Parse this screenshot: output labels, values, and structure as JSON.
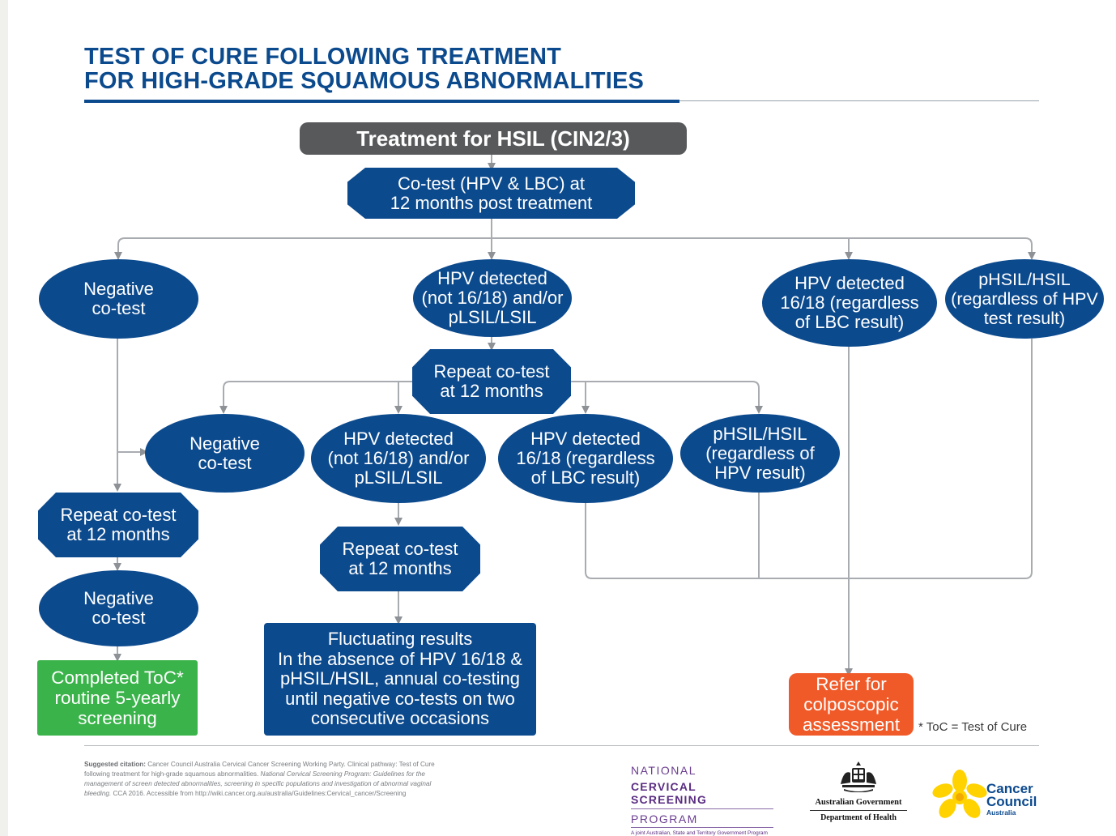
{
  "header": {
    "title_line1": "TEST OF CURE FOLLOWING TREATMENT",
    "title_line2": "FOR HIGH-GRADE SQUAMOUS ABNORMALITIES"
  },
  "colors": {
    "navy": "#0c4a8e",
    "grey_box": "#58595b",
    "green": "#3ab34a",
    "orange": "#f05a28",
    "connector": "#a0a4a8"
  },
  "flow": {
    "top": "Treatment for HSIL (CIN2/3)",
    "cotest12": "Co-test (HPV & LBC) at\n12 months post treatment",
    "neg1": "Negative\nco-test",
    "hpv_not1618_1": "HPV detected\n(not 16/18) and/or\npLSIL/LSIL",
    "hpv1618_1": "HPV detected\n16/18 (regardless\nof LBC result)",
    "phsil_1": "pHSIL/HSIL\n(regardless of HPV\ntest result)",
    "repeat_mid": "Repeat co-test\nat 12 months",
    "neg2": "Negative\nco-test",
    "hpv_not1618_2": "HPV detected\n(not 16/18) and/or\npLSIL/LSIL",
    "hpv1618_2": "HPV detected\n16/18 (regardless\nof LBC result)",
    "phsil_2": "pHSIL/HSIL\n(regardless of\nHPV result)",
    "repeat_left": "Repeat co-test\nat 12 months",
    "repeat_center": "Repeat co-test\nat 12 months",
    "neg3": "Negative\nco-test",
    "completed": "Completed ToC*\nroutine 5-yearly\nscreening",
    "fluctuating": "Fluctuating results\nIn the absence of HPV 16/18 &\npHSIL/HSIL, annual co-testing\nuntil negative co-tests on two\nconsecutive occasions",
    "refer": "Refer for\ncolposcopic\nassessment",
    "toc_note": "* ToC =  Test of Cure"
  },
  "footer": {
    "citation_label": "Suggested citation:",
    "citation_text1": " Cancer Council Australia Cervical Cancer Screening Working Party. Clinical pathway: Test of Cure following treatment for high-grade squamous abnormalities. ",
    "citation_italic": "National Cervical Screening Program: Guidelines for the management of screen detected abnormalities, screening in specific populations and investigation of abnormal vaginal bleeding.",
    "citation_text2": " CCA 2016. Accessible from http://wiki.cancer.org.au/australia/Guidelines:Cervical_cancer/Screening",
    "ncsp_line1": "NATIONAL",
    "ncsp_line2": "CERVICAL SCREENING",
    "ncsp_line3": "PROGRAM",
    "ncsp_line4": "A joint Australian, State and Territory Government Program",
    "gov_line1": "Australian Government",
    "gov_line2": "Department of Health",
    "cc_line1": "Cancer",
    "cc_line2": "Council",
    "cc_line3": "Australia"
  }
}
